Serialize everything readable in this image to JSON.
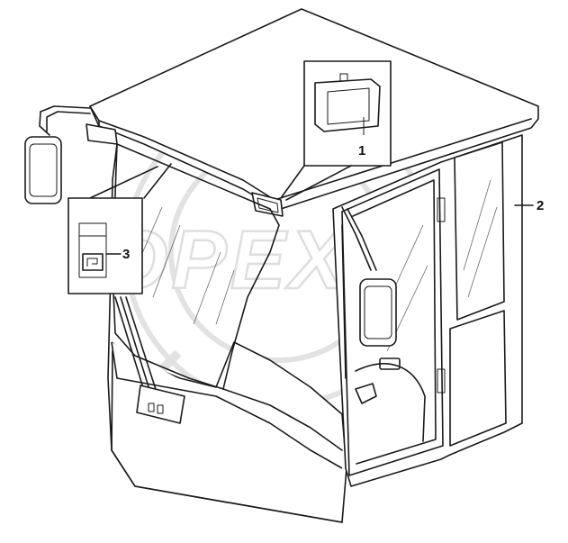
{
  "diagram": {
    "watermark": "OPEX",
    "callouts": [
      {
        "id": "callout-1",
        "label": "1"
      },
      {
        "id": "callout-2",
        "label": "2"
      },
      {
        "id": "callout-3",
        "label": "3"
      }
    ]
  },
  "colors": {
    "line": "#1a1a1a",
    "background": "#ffffff",
    "watermark": "#e2e2e2"
  }
}
